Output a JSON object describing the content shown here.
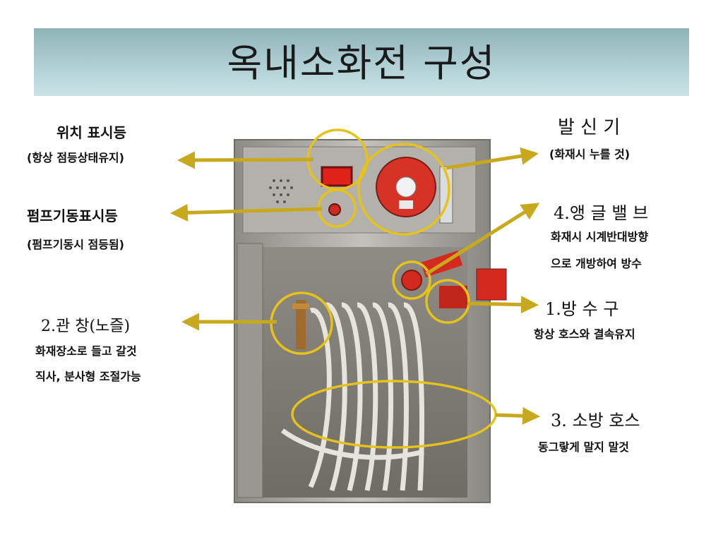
{
  "title": "옥내소화전 구성",
  "labels": {
    "position_lamp": "위치 표시등",
    "position_lamp_note": "(항상 점등상태유지)",
    "pump_lamp": "펌프기동표시등",
    "pump_lamp_note": "(펌프기동시 점등됨)",
    "nozzle": "2.관 창(노즐)",
    "nozzle_note1": "화재장소로 들고 갈것",
    "nozzle_note2": "직사, 분사형 조절가능",
    "transmitter": "발 신 기",
    "transmitter_note": "(화재시 누를 것)",
    "angle_valve": "4.앵 글 밸 브",
    "angle_valve_note1": "화재시 시계반대방향",
    "angle_valve_note2": "으로  개방하여 방수",
    "outlet": "1.방 수 구",
    "outlet_note": "항상 호스와 결속유지",
    "hose": "3. 소방 호스",
    "hose_note": "동그랗게 말지 말것"
  },
  "colors": {
    "highlight": "#e6c21a",
    "arrow": "#c8a81c",
    "cabinet": "#a9a7a2",
    "valve_red": "#d42a1e"
  }
}
